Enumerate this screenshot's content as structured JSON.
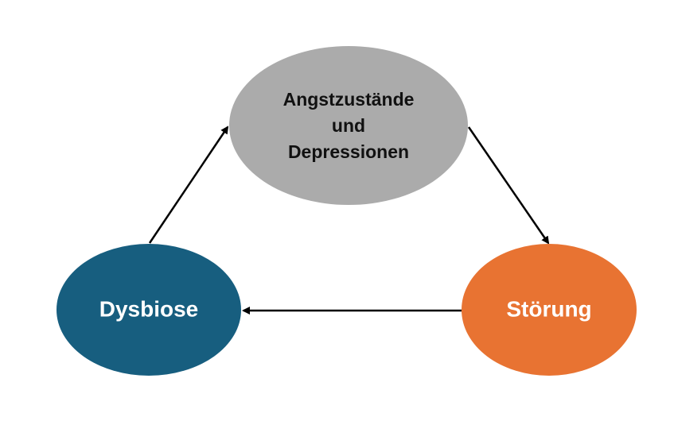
{
  "nodes": {
    "top": {
      "lines": [
        "Angstzustände",
        "und",
        "Depressionen"
      ],
      "color": "#ababab"
    },
    "left": {
      "label": "Dysbiose",
      "color": "#175e7f"
    },
    "right": {
      "label": "Störung",
      "color": "#e87332"
    }
  },
  "edges": [
    {
      "from": "left",
      "to": "top"
    },
    {
      "from": "top",
      "to": "right"
    },
    {
      "from": "right",
      "to": "left"
    }
  ]
}
